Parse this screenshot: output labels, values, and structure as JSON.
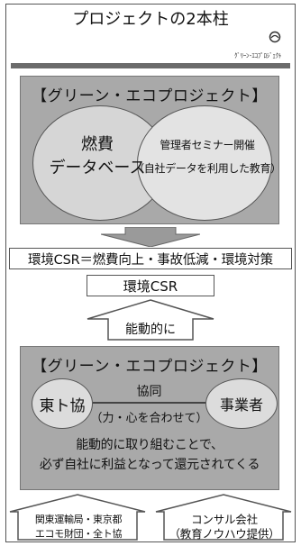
{
  "title": "プロジェクトの2本柱",
  "logo": {
    "text": "ｸﾞﾘｰﾝ･ｴｺﾌﾟﾛｼﾞｪｸﾄ",
    "icon": "logo-emblem-icon"
  },
  "panel1": {
    "title": "【グリーン・エコプロジェクト】",
    "left_circle": {
      "line1": "燃費",
      "line2": "データベース"
    },
    "right_circle": {
      "line1": "管理者セミナー開催",
      "line2": "（自社データを利用した教育）"
    }
  },
  "formula": "環境CSR＝燃費向上・事故低減・環境対策",
  "csr_box": "環境CSR",
  "arrow_label": "能動的に",
  "panel2": {
    "title": "【グリーン・エコプロジェクト】",
    "left_circle": "東ト協",
    "right_circle": "事業者",
    "link_label": "協同",
    "link_sublabel": "（力・心を合わせて）",
    "statement": {
      "line1": "能動的に取り組むことで、",
      "line2": "必ず自社に利益となって還元されてくる"
    }
  },
  "bottom_left": {
    "line1": "関東運輸局・東京都",
    "line2": "エコモ財団・全ト協"
  },
  "bottom_right": {
    "line1": "コンサル会社",
    "line2": "（教育ノウハウ提供）"
  }
}
